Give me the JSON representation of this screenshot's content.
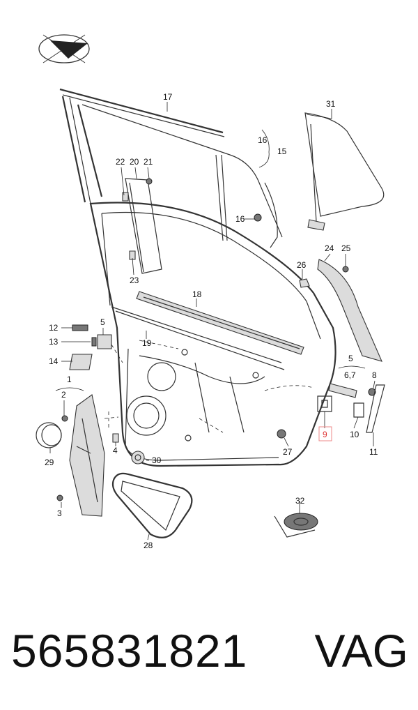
{
  "diagram": {
    "callouts": [
      "17",
      "31",
      "16",
      "15",
      "22",
      "20",
      "21",
      "16",
      "24",
      "25",
      "26",
      "23",
      "18",
      "12",
      "5",
      "13",
      "19",
      "14",
      "1",
      "2",
      "5",
      "6,7",
      "8",
      "29",
      "4",
      "30",
      "9",
      "10",
      "27",
      "11",
      "3",
      "28",
      "32"
    ],
    "highlighted_callout": "9",
    "highlight_color": "#dd3333",
    "logo_icon": "compass-arrow-icon"
  },
  "footer": {
    "part_number": "565831821",
    "brand": "VAG"
  }
}
